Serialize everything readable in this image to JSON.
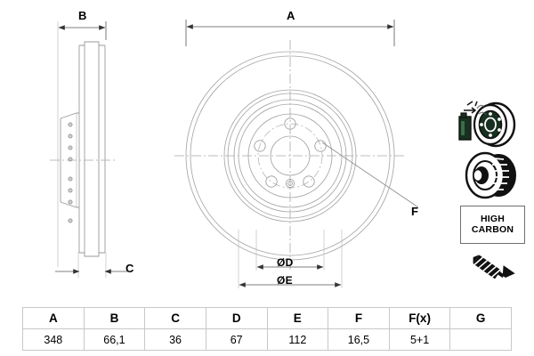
{
  "drawing": {
    "title": "Brake disc technical drawing",
    "dimension_labels": {
      "A": "A",
      "B": "B",
      "C": "C",
      "F": "F",
      "D": "ØD",
      "E": "ØE"
    },
    "views": {
      "side_view_name": "side-section-view",
      "front_view_name": "front-face-view"
    },
    "bolt_pattern": {
      "bolt_holes": 5,
      "extra_holes": 1
    },
    "line_color": "#9a9a9a",
    "dim_line_color": "#555555",
    "center_line_color": "#9a9a9a"
  },
  "badges": {
    "high_carbon_line1": "HIGH",
    "high_carbon_line2": "CARBON",
    "icons": [
      {
        "name": "coated-disc-icon",
        "label": "coated disc"
      },
      {
        "name": "vented-disc-icon",
        "label": "vented disc"
      },
      {
        "name": "screw-icon",
        "label": "mounting screw"
      }
    ],
    "icon_dark": "#17301f",
    "icon_black": "#111111"
  },
  "table": {
    "headers": [
      "A",
      "B",
      "C",
      "D",
      "E",
      "F",
      "F(x)",
      "G"
    ],
    "values": [
      "348",
      "66,1",
      "36",
      "67",
      "112",
      "16,5",
      "5+1",
      ""
    ]
  }
}
